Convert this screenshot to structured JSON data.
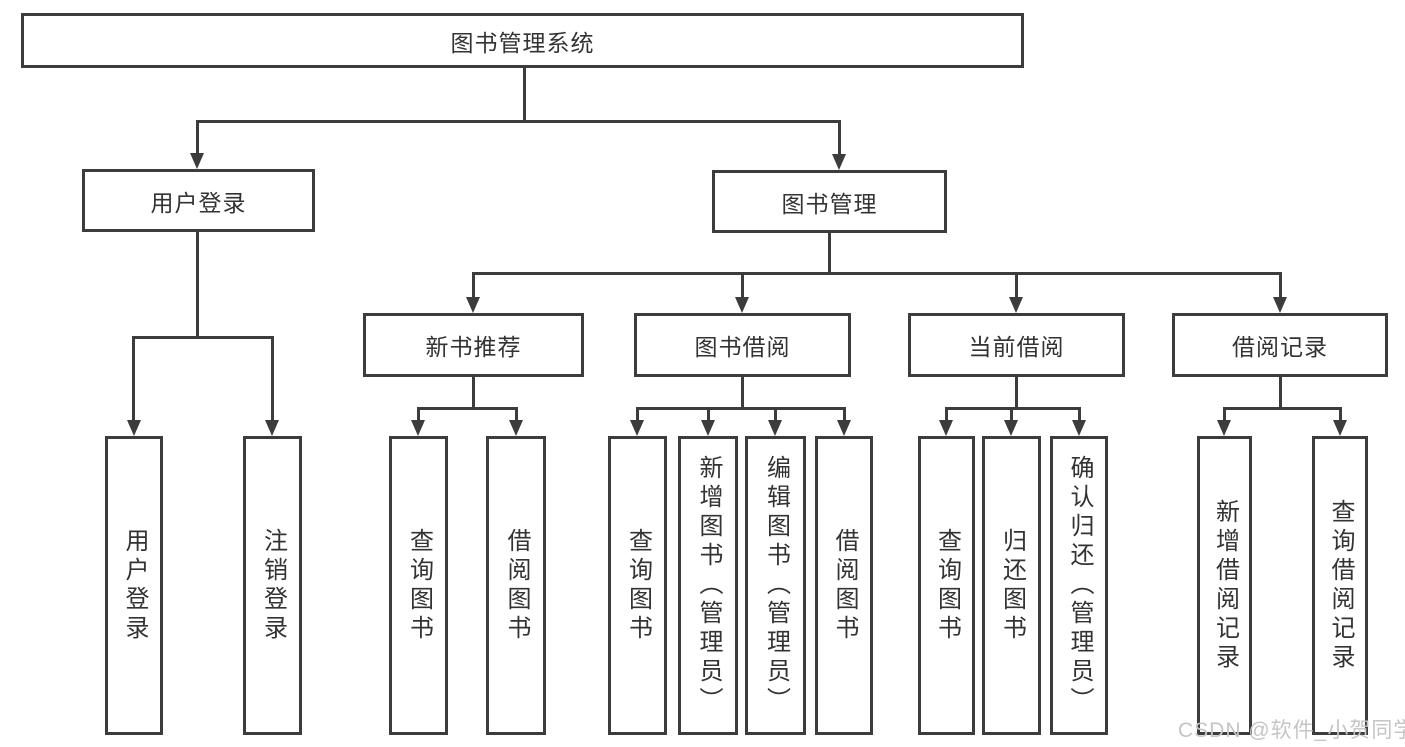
{
  "tree": {
    "root": {
      "label": "图书管理系统"
    },
    "user_branch": {
      "label": "用户登录",
      "children": [
        {
          "label": "用户登录"
        },
        {
          "label": "注销登录"
        }
      ]
    },
    "management_branch": {
      "label": "图书管理",
      "sections": [
        {
          "label": "新书推荐",
          "children": [
            {
              "label": "查询图书"
            },
            {
              "label": "借阅图书"
            }
          ]
        },
        {
          "label": "图书借阅",
          "children": [
            {
              "label": "查询图书"
            },
            {
              "label": "新增图书（管理员）"
            },
            {
              "label": "编辑图书（管理员）"
            },
            {
              "label": "借阅图书"
            }
          ]
        },
        {
          "label": "当前借阅",
          "children": [
            {
              "label": "查询图书"
            },
            {
              "label": "归还图书"
            },
            {
              "label": "确认归还（管理员）"
            }
          ]
        },
        {
          "label": "借阅记录",
          "children": [
            {
              "label": "新增借阅记录"
            },
            {
              "label": "查询借阅记录"
            }
          ]
        }
      ]
    }
  },
  "watermark": {
    "text": "CSDN @软件_小贺同学"
  },
  "colors": {
    "line": "#3c3c3c",
    "text": "#333333",
    "background": "#ffffff",
    "watermark": "#c5c5c5"
  }
}
